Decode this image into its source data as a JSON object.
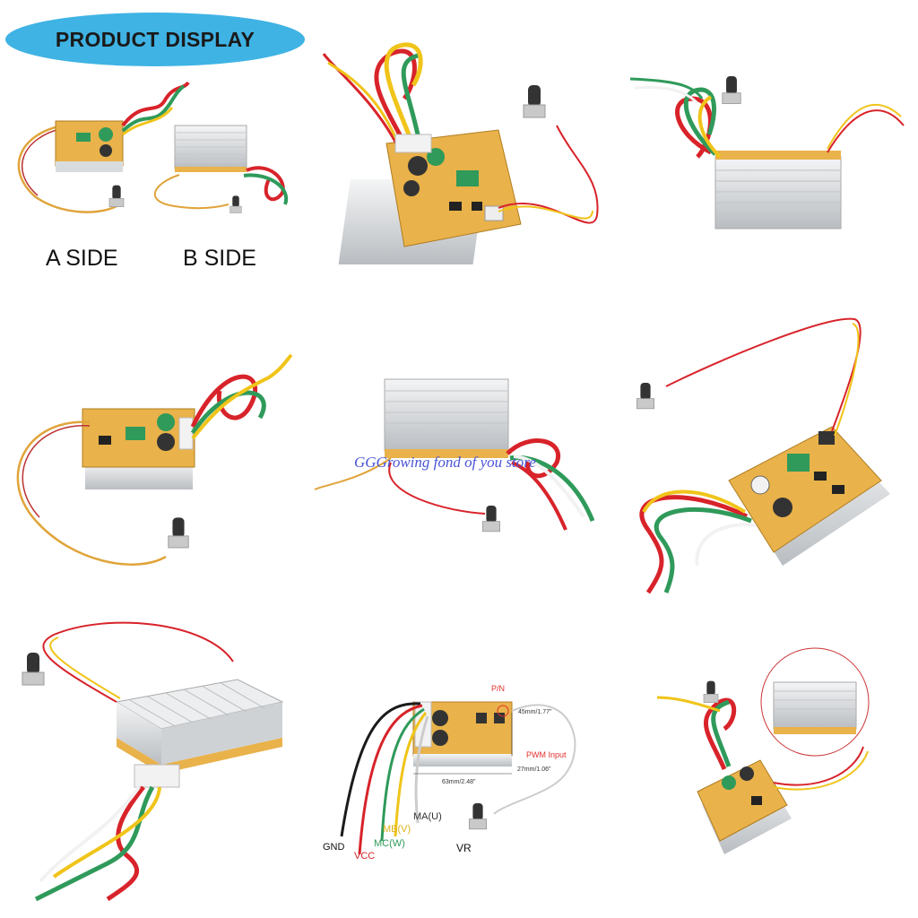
{
  "banner": {
    "title": "PRODUCT DISPLAY"
  },
  "sides": {
    "a": "A SIDE",
    "b": "B SIDE"
  },
  "watermark": "GGGrowing fond of you store",
  "diagram": {
    "pn": "P/N",
    "pwm": "PWM Input",
    "dim_width": "63mm/2.48\"",
    "dim_height": "45mm/1.77\"",
    "dim_depth": "27mm/1.06\"",
    "wires": {
      "gnd": "GND",
      "vcc": "VCC",
      "mc": "MC(W)",
      "mb": "MB(V)",
      "ma": "MA(U)"
    },
    "vr": "VR"
  },
  "colors": {
    "banner": "#3fb3e4",
    "pcb": "#e9b24a",
    "heatsink": "#d9dcdf",
    "wire_red": "#d8232a",
    "wire_green": "#2f9a5a",
    "wire_yellow": "#f0c419",
    "wire_white": "#f2f2f2",
    "wire_black": "#1b1b1b",
    "watermark": "#4a55d6"
  }
}
